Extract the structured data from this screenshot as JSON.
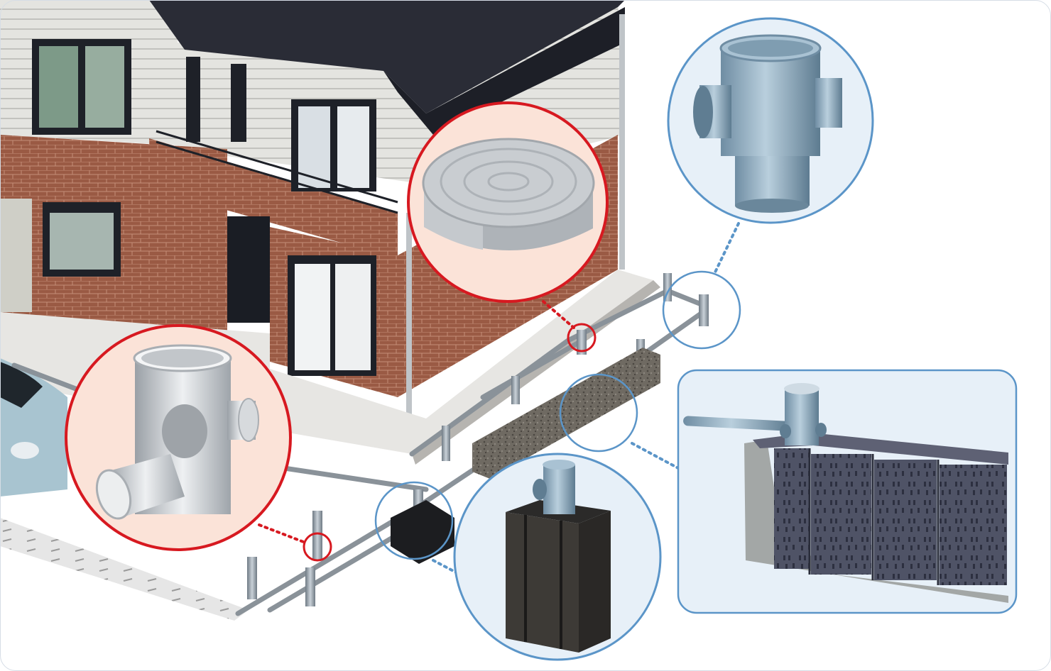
{
  "diagram": {
    "kind": "residential stormwater drainage and infiltration system illustration",
    "colors": {
      "red_callout": "#d71920",
      "blue_callout": "#5b95c8",
      "red_callout_fill": "#fbe3d8",
      "blue_callout_fill": "#e7f0f8",
      "pipe": "#8a9299"
    },
    "components": [
      {
        "id": "inspection-chamber-lid",
        "callout_color": "red"
      },
      {
        "id": "inspection-chamber-tee",
        "callout_color": "red"
      },
      {
        "id": "infiltration-inlet-fitting",
        "callout_color": "blue"
      },
      {
        "id": "infiltration-trench",
        "callout_color": "blue"
      },
      {
        "id": "infiltration-box",
        "callout_color": "blue"
      }
    ]
  }
}
